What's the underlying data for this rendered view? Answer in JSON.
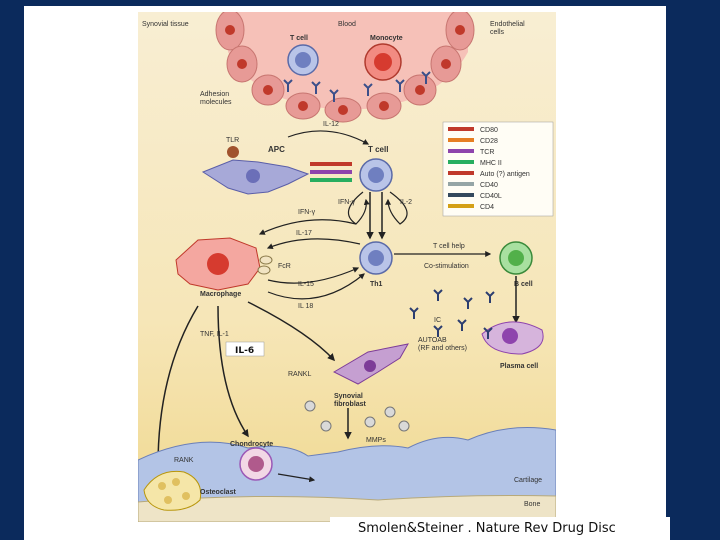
{
  "figure": {
    "regions": {
      "synovial_tissue": "Synovial tissue",
      "blood": "Blood",
      "endothelial_cells": "Endothelial\ncells",
      "adhesion_molecules": "Adhesion\nmolecules",
      "cartilage": "Cartilage",
      "bone": "Bone"
    },
    "cells": {
      "t_cell_top": "T cell",
      "monocyte": "Monocyte",
      "apc": "APC",
      "t_cell_mid": "T cell",
      "tlr": "TLR",
      "macrophage": "Macrophage",
      "th1": "Th1",
      "b_cell": "B cell",
      "plasma_cell": "Plasma cell",
      "synovial_fibroblast": "Synovial\nfibroblast",
      "chondrocyte": "Chondrocyte",
      "osteoclast": "Osteoclast"
    },
    "signals": {
      "il12": "IL-12",
      "ifn_gamma_loop": "IFN-γ",
      "il2": "IL-2",
      "ifn_gamma": "IFN-γ",
      "il17": "IL-17",
      "fcr": "FcR",
      "il15": "IL-15",
      "il18": "IL 18",
      "t_cell_help": "T cell help",
      "co_stimulation": "Co-stimulation",
      "ic": "IC",
      "autoab": "AUTOAB\n(RF and others)",
      "tnf_il1": "TNF, IL-1",
      "il6": "IL-6",
      "rankl": "RANKL",
      "mmps": "MMPs",
      "rank": "RANK"
    },
    "legend": [
      {
        "label": "CD80",
        "color": "#c0392b"
      },
      {
        "label": "CD28",
        "color": "#e67e22"
      },
      {
        "label": "TCR",
        "color": "#8e44ad"
      },
      {
        "label": "MHC II",
        "color": "#27ae60"
      },
      {
        "label": "Auto (?) antigen",
        "color": "#c0392b"
      },
      {
        "label": "CD40",
        "color": "#95a5a6"
      },
      {
        "label": "CD40L",
        "color": "#34495e"
      },
      {
        "label": "CD4",
        "color": "#d4a017"
      }
    ]
  },
  "caption": "Smolen&Steiner . Nature Rev Drug Disc"
}
